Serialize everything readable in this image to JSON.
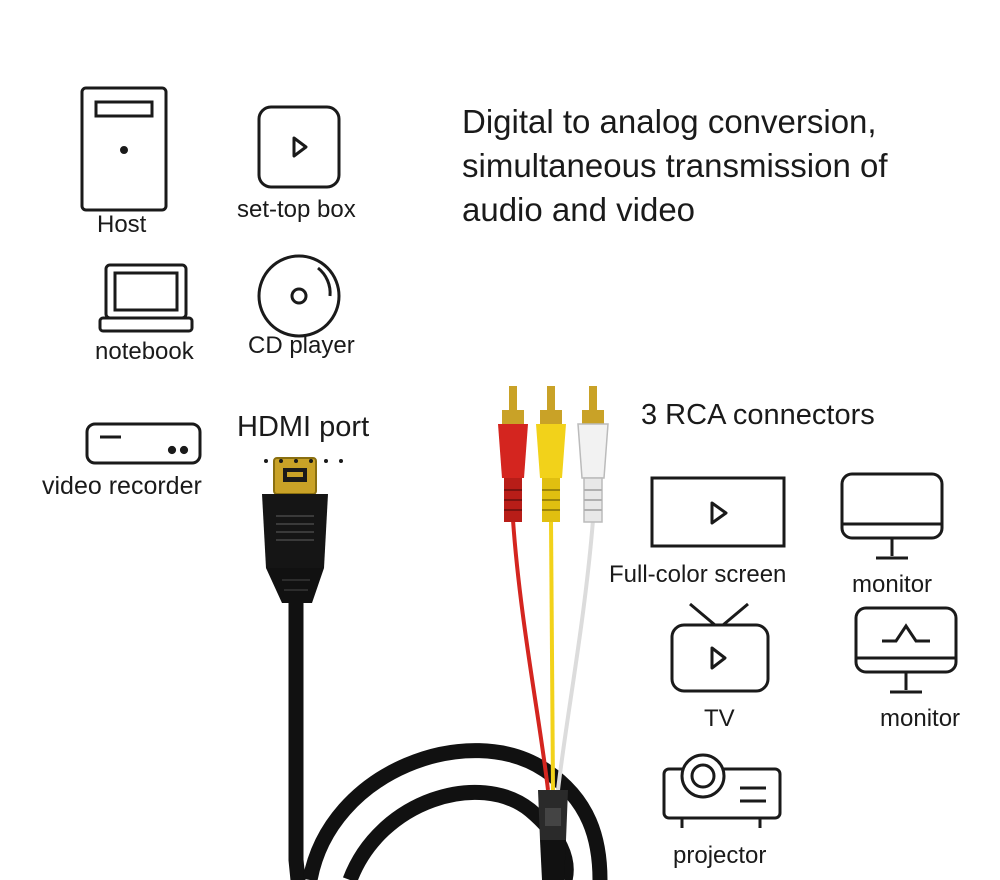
{
  "headline": {
    "line1": "Digital to analog conversion,",
    "line2": "simultaneous transmission of",
    "line3": "audio and video"
  },
  "sources": {
    "host": "Host",
    "set_top_box": "set-top box",
    "notebook": "notebook",
    "cd_player": "CD player",
    "video_recorder": "video recorder"
  },
  "ports": {
    "hdmi": "HDMI port",
    "rca": "3 RCA connectors"
  },
  "displays": {
    "full_color_screen": "Full-color screen",
    "monitor_1": "monitor",
    "tv": "TV",
    "monitor_2": "monitor",
    "projector": "projector"
  },
  "colors": {
    "icon_stroke": "#1a1a1a",
    "cable_black": "#111111",
    "rca_red": "#d4251f",
    "rca_yellow": "#f2d21a",
    "rca_white": "#f2f2f2",
    "gold": "#c9a227"
  }
}
